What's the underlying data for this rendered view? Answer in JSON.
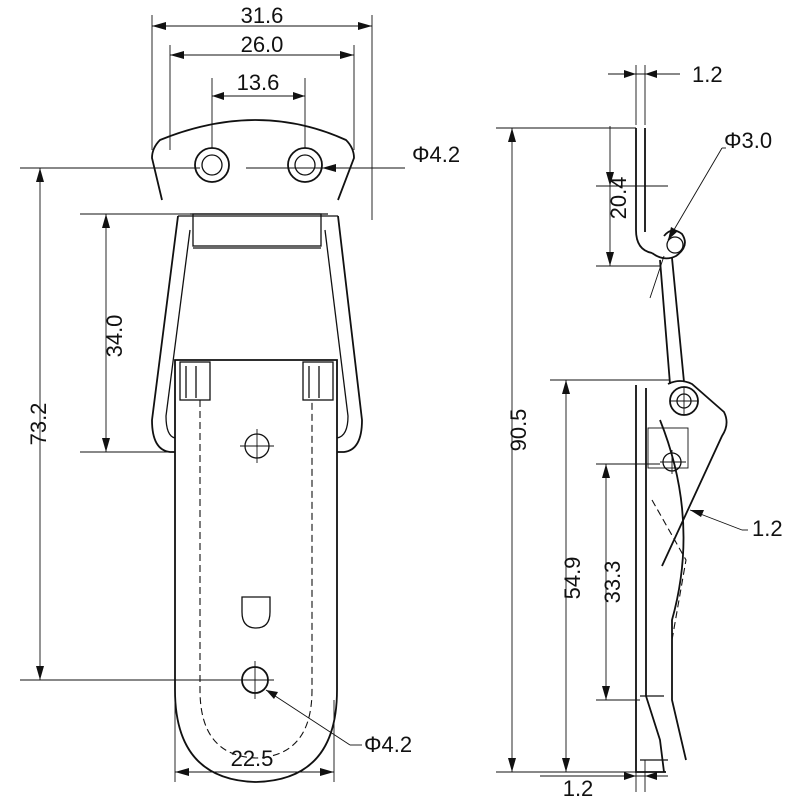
{
  "front_view": {
    "dim_overall_width": "31.6",
    "dim_hole_span": "26.0",
    "dim_hole_center": "13.6",
    "dim_mount_hole": "Φ4.2",
    "dim_total_height": "73.2",
    "dim_loop_height": "34.0",
    "dim_lower_hole": "Φ4.2",
    "dim_bottom_width": "22.5"
  },
  "side_view": {
    "dim_thickness_top": "1.2",
    "dim_pin_hole": "Φ3.0",
    "dim_top_offset": "20.4",
    "dim_total_length": "90.5",
    "dim_lower_thickness": "1.2",
    "dim_hinge_length": "54.9",
    "dim_lower_span": "33.3",
    "dim_thickness_bottom": "1.2"
  }
}
